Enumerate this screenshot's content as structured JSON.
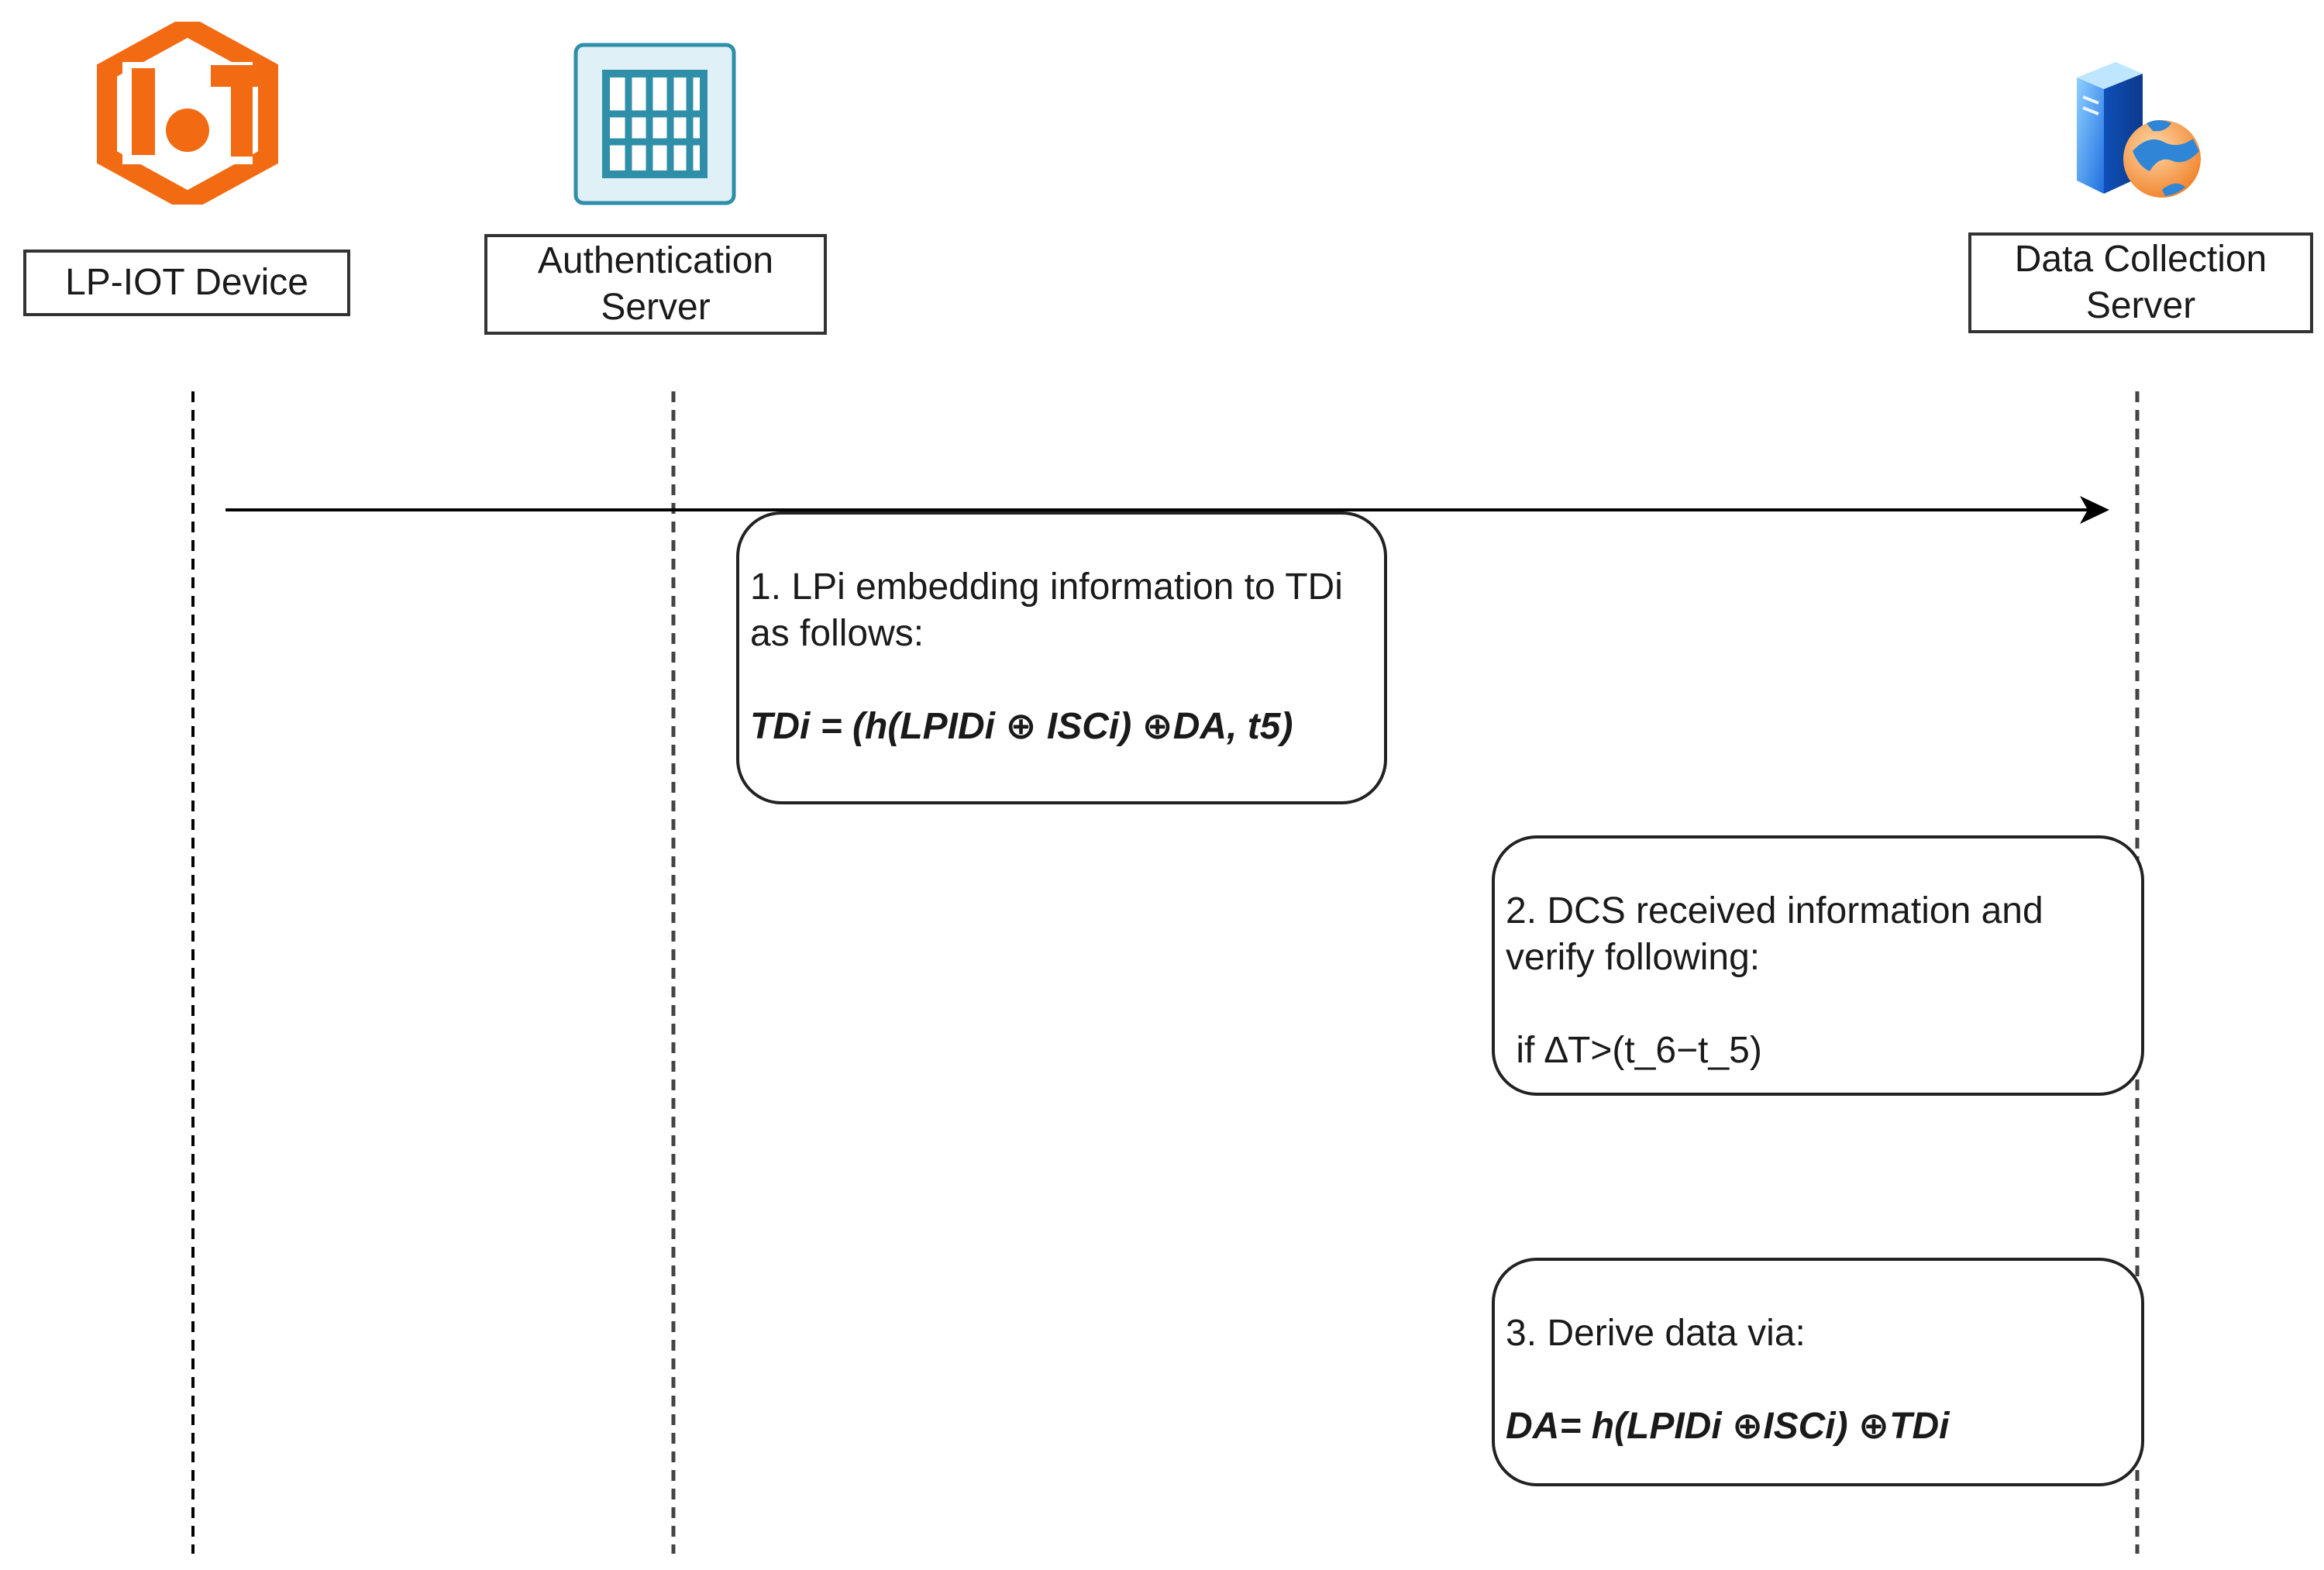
{
  "participants": {
    "device": {
      "label": "LP-IOT Device",
      "icon": "iot-logo-icon",
      "icon_color": "#f26a12",
      "icon_text": "I"
    },
    "auth": {
      "label_line1": "Authentication",
      "label_line2": "Server",
      "icon": "server-rack-icon",
      "icon_color": "#2f8fa8",
      "icon_bg": "#dff1f6"
    },
    "dcs": {
      "label_line1": "Data Collection",
      "label_line2": "Server",
      "icon": "web-server-globe-icon",
      "icon_color": "#1f6fe0",
      "globe_color": "#f0822a"
    }
  },
  "message": {
    "from": "device",
    "to": "dcs",
    "arrow_color": "#000000"
  },
  "steps": [
    {
      "line1": "1. LPi embedding information to TDi",
      "line2": "as follows:",
      "formula": "TDi = (h(LPIDi ⊕ ISCi) ⊕DA, t5)"
    },
    {
      "line1": "2. DCS received information and",
      "line2": "verify following:",
      "formula": " if ∆T>(t_6−t_5)"
    },
    {
      "line1": "3. Derive data via:",
      "formula": "DA= h(LPIDi ⊕ISCi) ⊕TDi"
    }
  ]
}
